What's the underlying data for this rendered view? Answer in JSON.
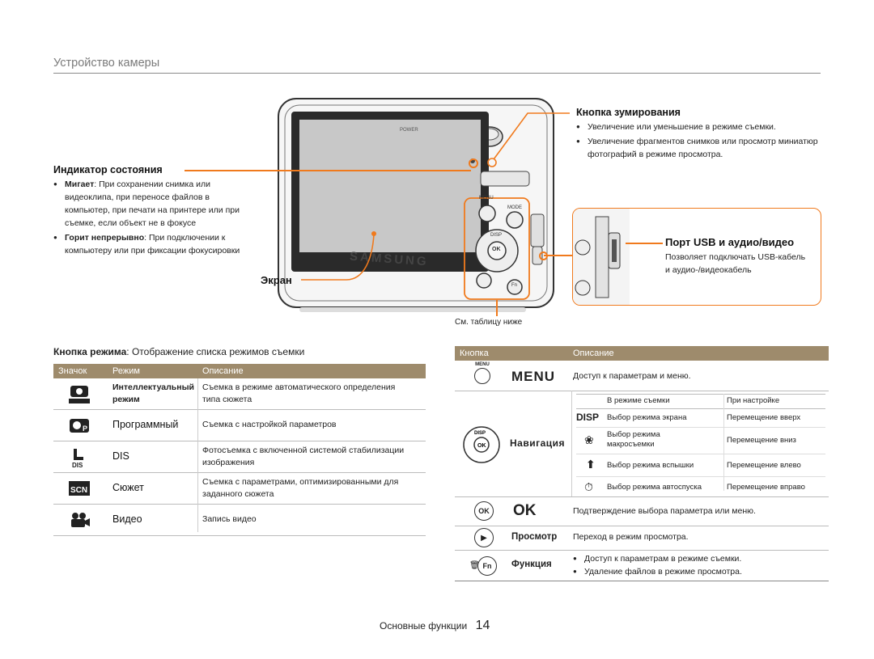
{
  "header": {
    "title": "Устройство камеры"
  },
  "callouts": {
    "indicator": {
      "title": "Индикатор состояния",
      "items": [
        {
          "label": "Мигает",
          "text": ": При сохранении снимка или видеоклипа, при переносе файлов в компьютер, при печати на принтере или при съемке, если объект не в фокусе"
        },
        {
          "label": "Горит непрерывно",
          "text": ": При подключении к компьютеру или при фиксации фокусировки"
        }
      ]
    },
    "zoom": {
      "title": "Кнопка зумирования",
      "items": [
        "Увеличение или уменьшение в режиме съемки.",
        "Увеличение фрагментов снимков или просмотр миниатюр фотографий в режиме просмотра."
      ]
    },
    "usb": {
      "title": "Порт USB и аудио/видео",
      "text": "Позволяет подключать USB-кабель и аудио-/видеокабель"
    },
    "screen": {
      "title": "Экран"
    },
    "see_table": "См. таблицу ниже"
  },
  "camera": {
    "brand": "SAMSUNG",
    "power": "POWER",
    "menu": "MENU",
    "mode": "MODE",
    "disp": "DISP",
    "ok": "OK",
    "fn": "Fn"
  },
  "mode_button": {
    "label": "Кнопка режима",
    "text": ": Отображение списка режимов съемки"
  },
  "left_table": {
    "headers": [
      "Значок",
      "Режим",
      "Описание"
    ],
    "rows": [
      {
        "icon": "smart-auto-icon",
        "mode": "Интеллектуальный режим",
        "desc": "Съемка в режиме автоматического определения типа сюжета"
      },
      {
        "icon": "program-icon",
        "mode": "Программный",
        "desc": "Съемка с настройкой параметров"
      },
      {
        "icon": "dis-icon",
        "mode": "DIS",
        "desc": "Фотосъемка с включенной системой стабилизации изображения"
      },
      {
        "icon": "scene-icon",
        "mode": "Сюжет",
        "desc": "Съемка с параметрами, оптимизированными для заданного сюжета"
      },
      {
        "icon": "video-icon",
        "mode": "Видео",
        "desc": "Запись видео"
      }
    ]
  },
  "right_table": {
    "headers": [
      "Кнопка",
      "Описание"
    ],
    "menu": {
      "label": "MENU",
      "desc": "Доступ к параметрам и меню."
    },
    "nav": {
      "label": "Навигация",
      "subheaders": [
        "В режиме съемки",
        "При настройке"
      ],
      "rows": [
        {
          "icon": "DISP",
          "a": "Выбор режима экрана",
          "b": "Перемещение вверх"
        },
        {
          "icon": "macro-icon",
          "a": "Выбор режима макросъемки",
          "b": "Перемещение вниз"
        },
        {
          "icon": "flash-icon",
          "a": "Выбор режима вспышки",
          "b": "Перемещение влево"
        },
        {
          "icon": "timer-icon",
          "a": "Выбор режима автоспуска",
          "b": "Перемещение вправо"
        }
      ]
    },
    "ok": {
      "label": "OK",
      "desc": "Подтверждение выбора параметра или меню."
    },
    "playback": {
      "label": "Просмотр",
      "desc": "Переход в режим просмотра."
    },
    "function": {
      "label": "Функция",
      "items": [
        "Доступ к параметрам в режиме съемки.",
        "Удаление файлов в режиме просмотра."
      ]
    }
  },
  "footer": {
    "text": "Основные функции",
    "page": "14"
  },
  "colors": {
    "accent": "#f07a1d",
    "table_header": "#9e8b6c"
  }
}
